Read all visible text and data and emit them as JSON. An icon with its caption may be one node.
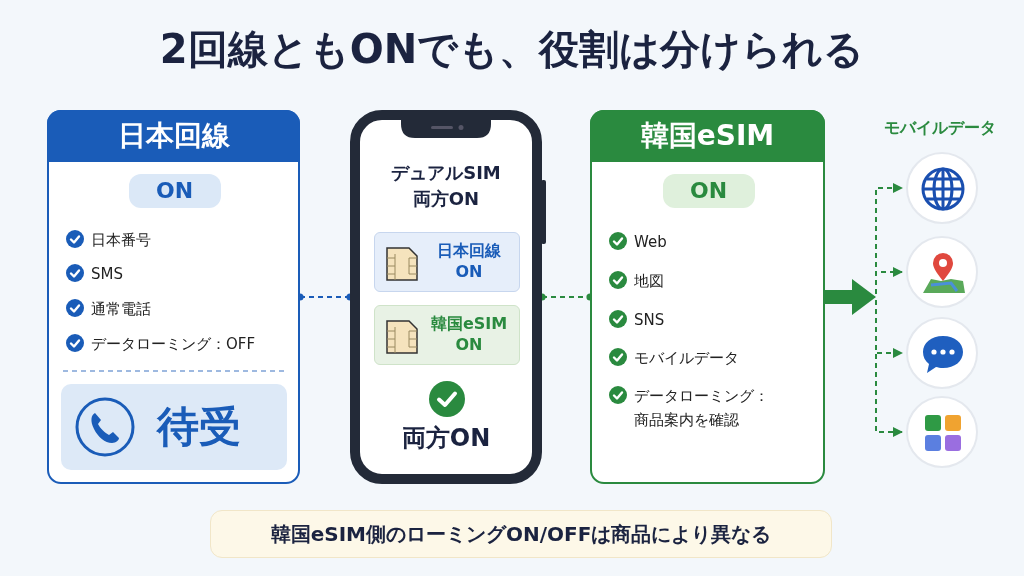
{
  "diagram": {
    "title": "2回線ともONでも、役割は分けられる",
    "nodes": [
      {
        "text": [
          "日本回線",
          "ON",
          "日本番号",
          "SMS",
          "通常電話",
          "データローミング：OFF"
        ]
      },
      {
        "text": [
          "待受"
        ],
        "in": 0
      },
      {
        "text": [
          "デュアルSIM 両方ON",
          "両方ON"
        ]
      },
      {
        "text": [
          "日本回線",
          "ON"
        ],
        "in": 2
      },
      {
        "text": [
          "韓国eSIM",
          "ON"
        ],
        "in": 2
      },
      {
        "text": [
          "韓国eSIM",
          "ON",
          "Web",
          "地図",
          "SNS",
          "モバイルデータ",
          "データローミング：商品案内を確認"
        ]
      },
      {
        "text": [],
        "shape": "circle"
      },
      {
        "text": [],
        "shape": "circle"
      },
      {
        "text": [],
        "shape": "circle"
      },
      {
        "text": [],
        "shape": "circle"
      }
    ],
    "edges": [
      {
        "from": 0,
        "to": 2,
        "arrow": "other",
        "style": "dashed",
        "color": "#1a5cb8"
      },
      {
        "from": 2,
        "to": 5,
        "arrow": "other",
        "style": "dashed"
      },
      {
        "from": 5,
        "to": 6,
        "arrow": "to",
        "style": "dashed"
      },
      {
        "from": 5,
        "to": 7,
        "arrow": "to",
        "style": "dashed"
      },
      {
        "from": 5,
        "to": 8,
        "arrow": "to",
        "style": "dashed"
      },
      {
        "from": 5,
        "to": 9,
        "arrow": "to",
        "style": "dashed"
      }
    ],
    "labels": [
      "モバイルデータ",
      "韓国eSIM側のローミングON/OFFは商品により異なる"
    ]
  }
}
